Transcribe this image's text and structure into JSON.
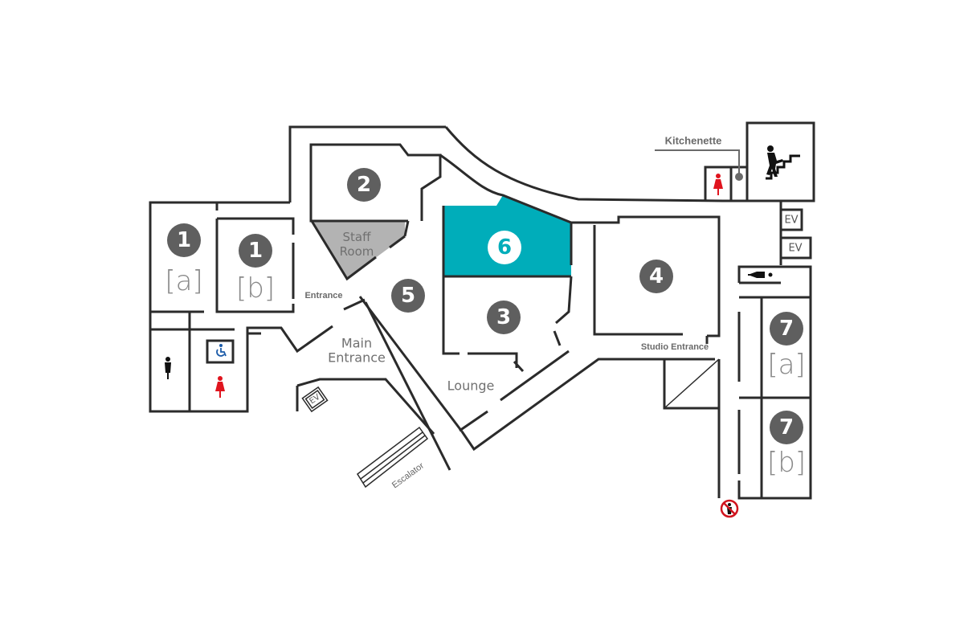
{
  "map": {
    "highlighted_room": "6",
    "colors": {
      "highlight": "#00adba",
      "staff_room": "#b3b3b3",
      "room_badge": "#5f5f5f",
      "wall": "#2b2b2b",
      "female_icon": "#e0141e",
      "accessible_icon": "#1a5aa8",
      "no_entry_icon": "#d0141e"
    },
    "rooms": [
      {
        "id": "1a",
        "number": "1",
        "sub": "[a]"
      },
      {
        "id": "1b",
        "number": "1",
        "sub": "[b]"
      },
      {
        "id": "2",
        "number": "2",
        "sub": ""
      },
      {
        "id": "3",
        "number": "3",
        "sub": ""
      },
      {
        "id": "4",
        "number": "4",
        "sub": ""
      },
      {
        "id": "5",
        "number": "5",
        "sub": ""
      },
      {
        "id": "6",
        "number": "6",
        "sub": ""
      },
      {
        "id": "7a",
        "number": "7",
        "sub": "[a]"
      },
      {
        "id": "7b",
        "number": "7",
        "sub": "[b]"
      }
    ],
    "labels": {
      "staff_room_line1": "Staff",
      "staff_room_line2": "Room",
      "entrance": "Entrance",
      "main_entrance_line1": "Main",
      "main_entrance_line2": "Entrance",
      "lounge": "Lounge",
      "studio_entrance": "Studio Entrance",
      "kitchenette": "Kitchenette",
      "escalator": "Escalator",
      "ev": "EV"
    },
    "icons": [
      "male-restroom-icon",
      "female-restroom-icon",
      "accessible-restroom-icon",
      "stairs-icon",
      "elevator",
      "smoking-area-icon",
      "no-entry-icon",
      "kitchenette-marker"
    ]
  }
}
